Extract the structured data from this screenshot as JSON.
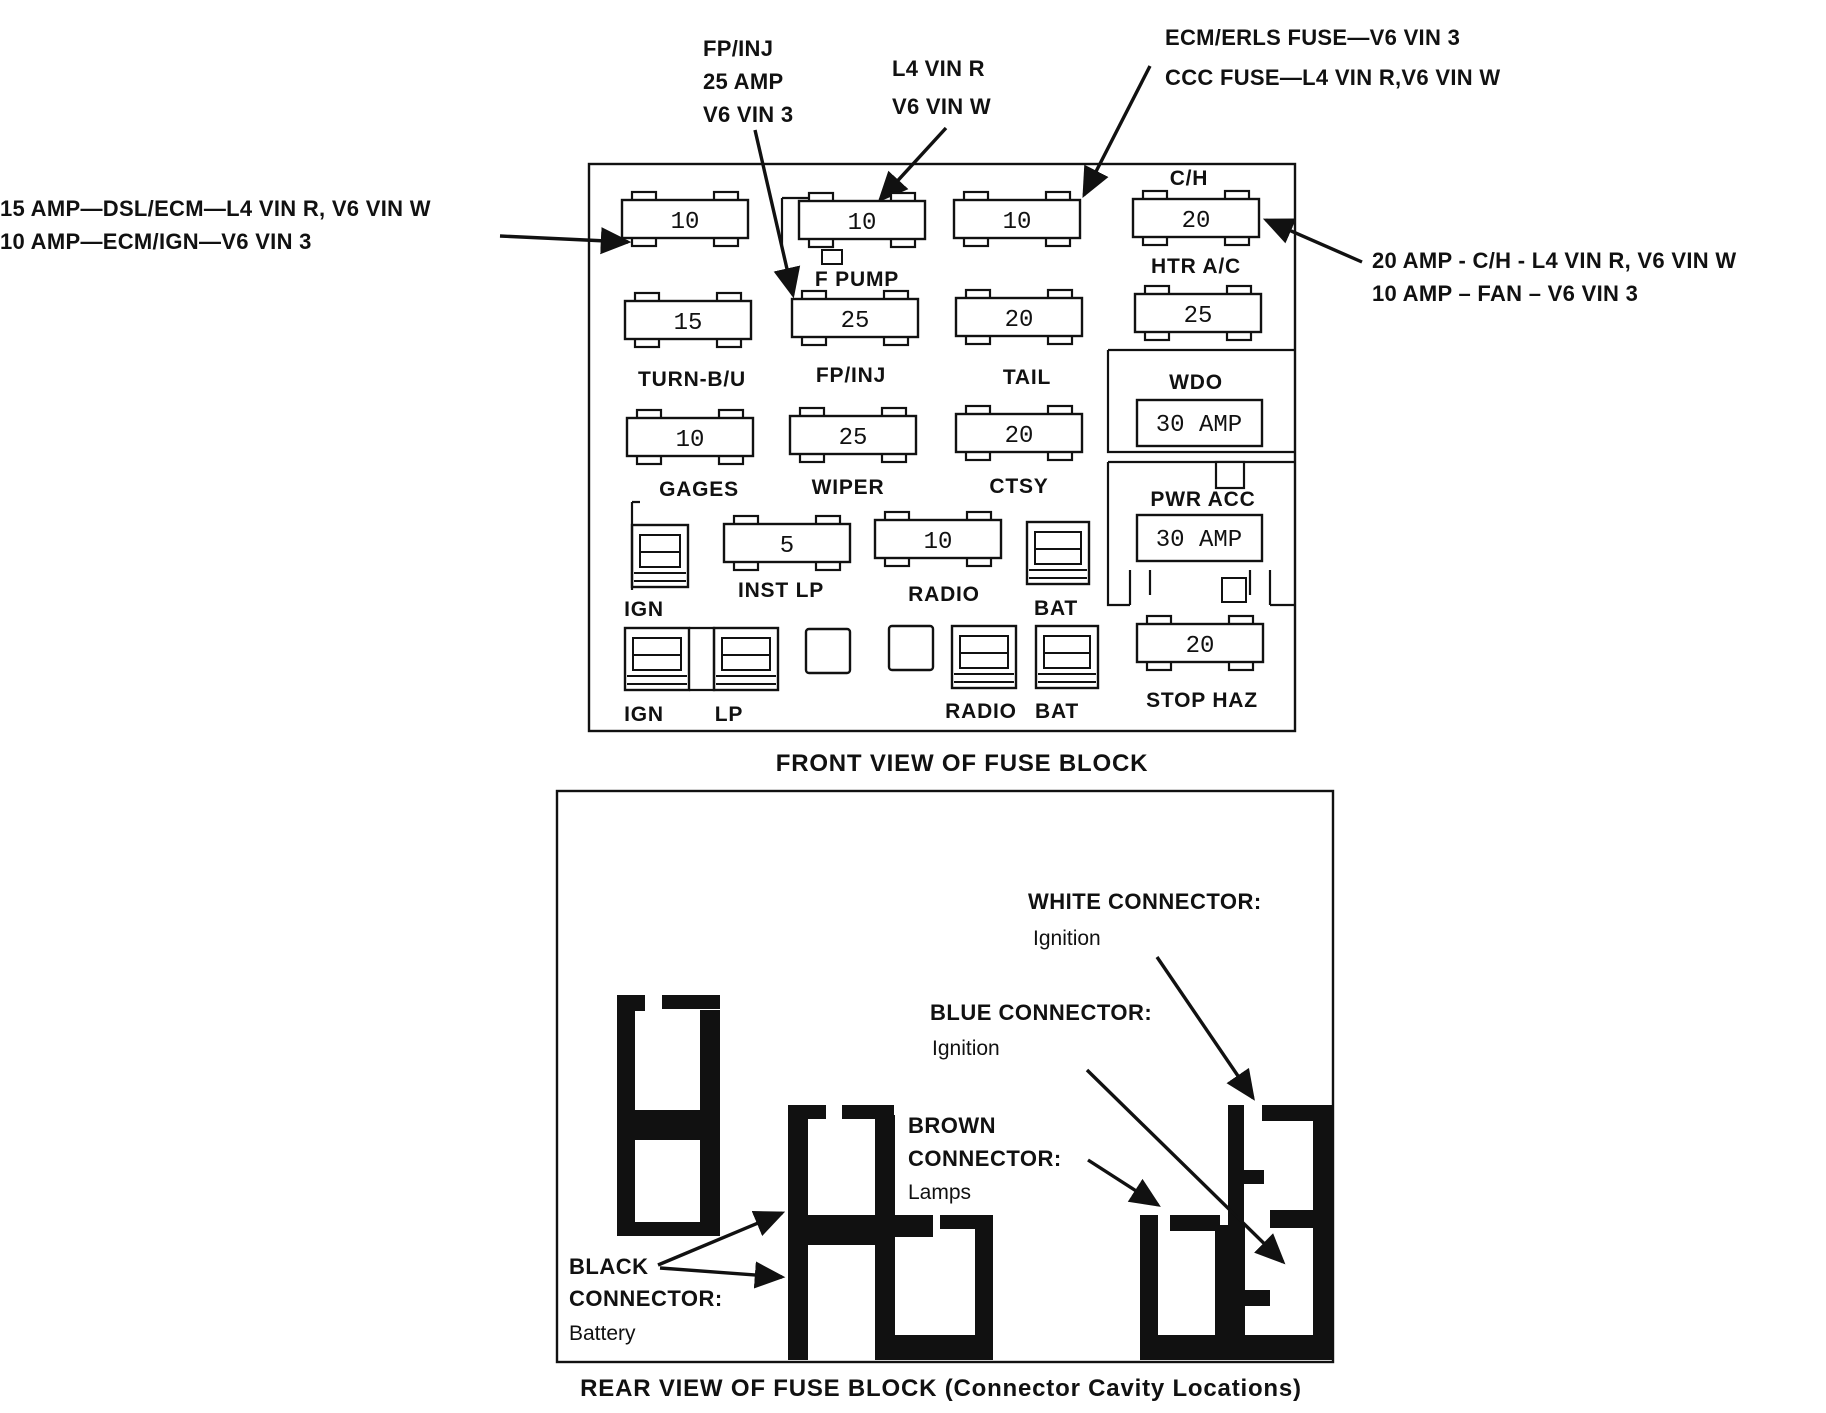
{
  "callouts": {
    "fpinj_1": "FP/INJ",
    "fpinj_2": "25 AMP",
    "fpinj_3": "V6 VIN 3",
    "l4_1": "L4 VIN R",
    "l4_2": "V6 VIN W",
    "ecm_1": "ECM/ERLS FUSE—V6 VIN 3",
    "ecm_2": "CCC FUSE—L4 VIN R,V6 VIN W",
    "left_1": "15 AMP—DSL/ECM—L4 VIN R, V6 VIN W",
    "left_2": "10 AMP—ECM/IGN—V6 VIN 3",
    "right_1": "20 AMP - C/H - L4 VIN R, V6 VIN W",
    "right_2": "10 AMP – FAN – V6 VIN 3"
  },
  "fuses": {
    "r1c1": "10",
    "r1c2": "10",
    "r1c3": "10",
    "r1c4": "20",
    "r2c1": "15",
    "r2c2": "25",
    "r2c3": "20",
    "r2c4": "25",
    "r3c1": "10",
    "r3c2": "25",
    "r3c3": "20",
    "inst": "5",
    "radio": "10",
    "stop": "20",
    "wdo": "30 AMP",
    "pwr": "30 AMP"
  },
  "labels": {
    "ch": "C/H",
    "fpump": "F PUMP",
    "htrac": "HTR A/C",
    "turn": "TURN-B/U",
    "fpinj": "FP/INJ",
    "tail": "TAIL",
    "wdo": "WDO",
    "gages": "GAGES",
    "wiper": "WIPER",
    "ctsy": "CTSY",
    "pwracc": "PWR ACC",
    "ign1": "IGN",
    "instlp": "INST LP",
    "radio1": "RADIO",
    "bat1": "BAT",
    "ign2": "IGN",
    "lp": "LP",
    "radio2": "RADIO",
    "bat2": "BAT",
    "stophaz": "STOP HAZ"
  },
  "captions": {
    "front": "FRONT VIEW OF FUSE BLOCK",
    "rear": "REAR VIEW OF FUSE BLOCK (Connector Cavity Locations)"
  },
  "connectors": {
    "white_head": "WHITE CONNECTOR:",
    "white_sub": "Ignition",
    "blue_head": "BLUE CONNECTOR:",
    "blue_sub": "Ignition",
    "brown_head1": "BROWN",
    "brown_head2": "CONNECTOR:",
    "brown_sub": "Lamps",
    "black_head1": "BLACK",
    "black_head2": "CONNECTOR:",
    "black_sub": "Battery"
  }
}
